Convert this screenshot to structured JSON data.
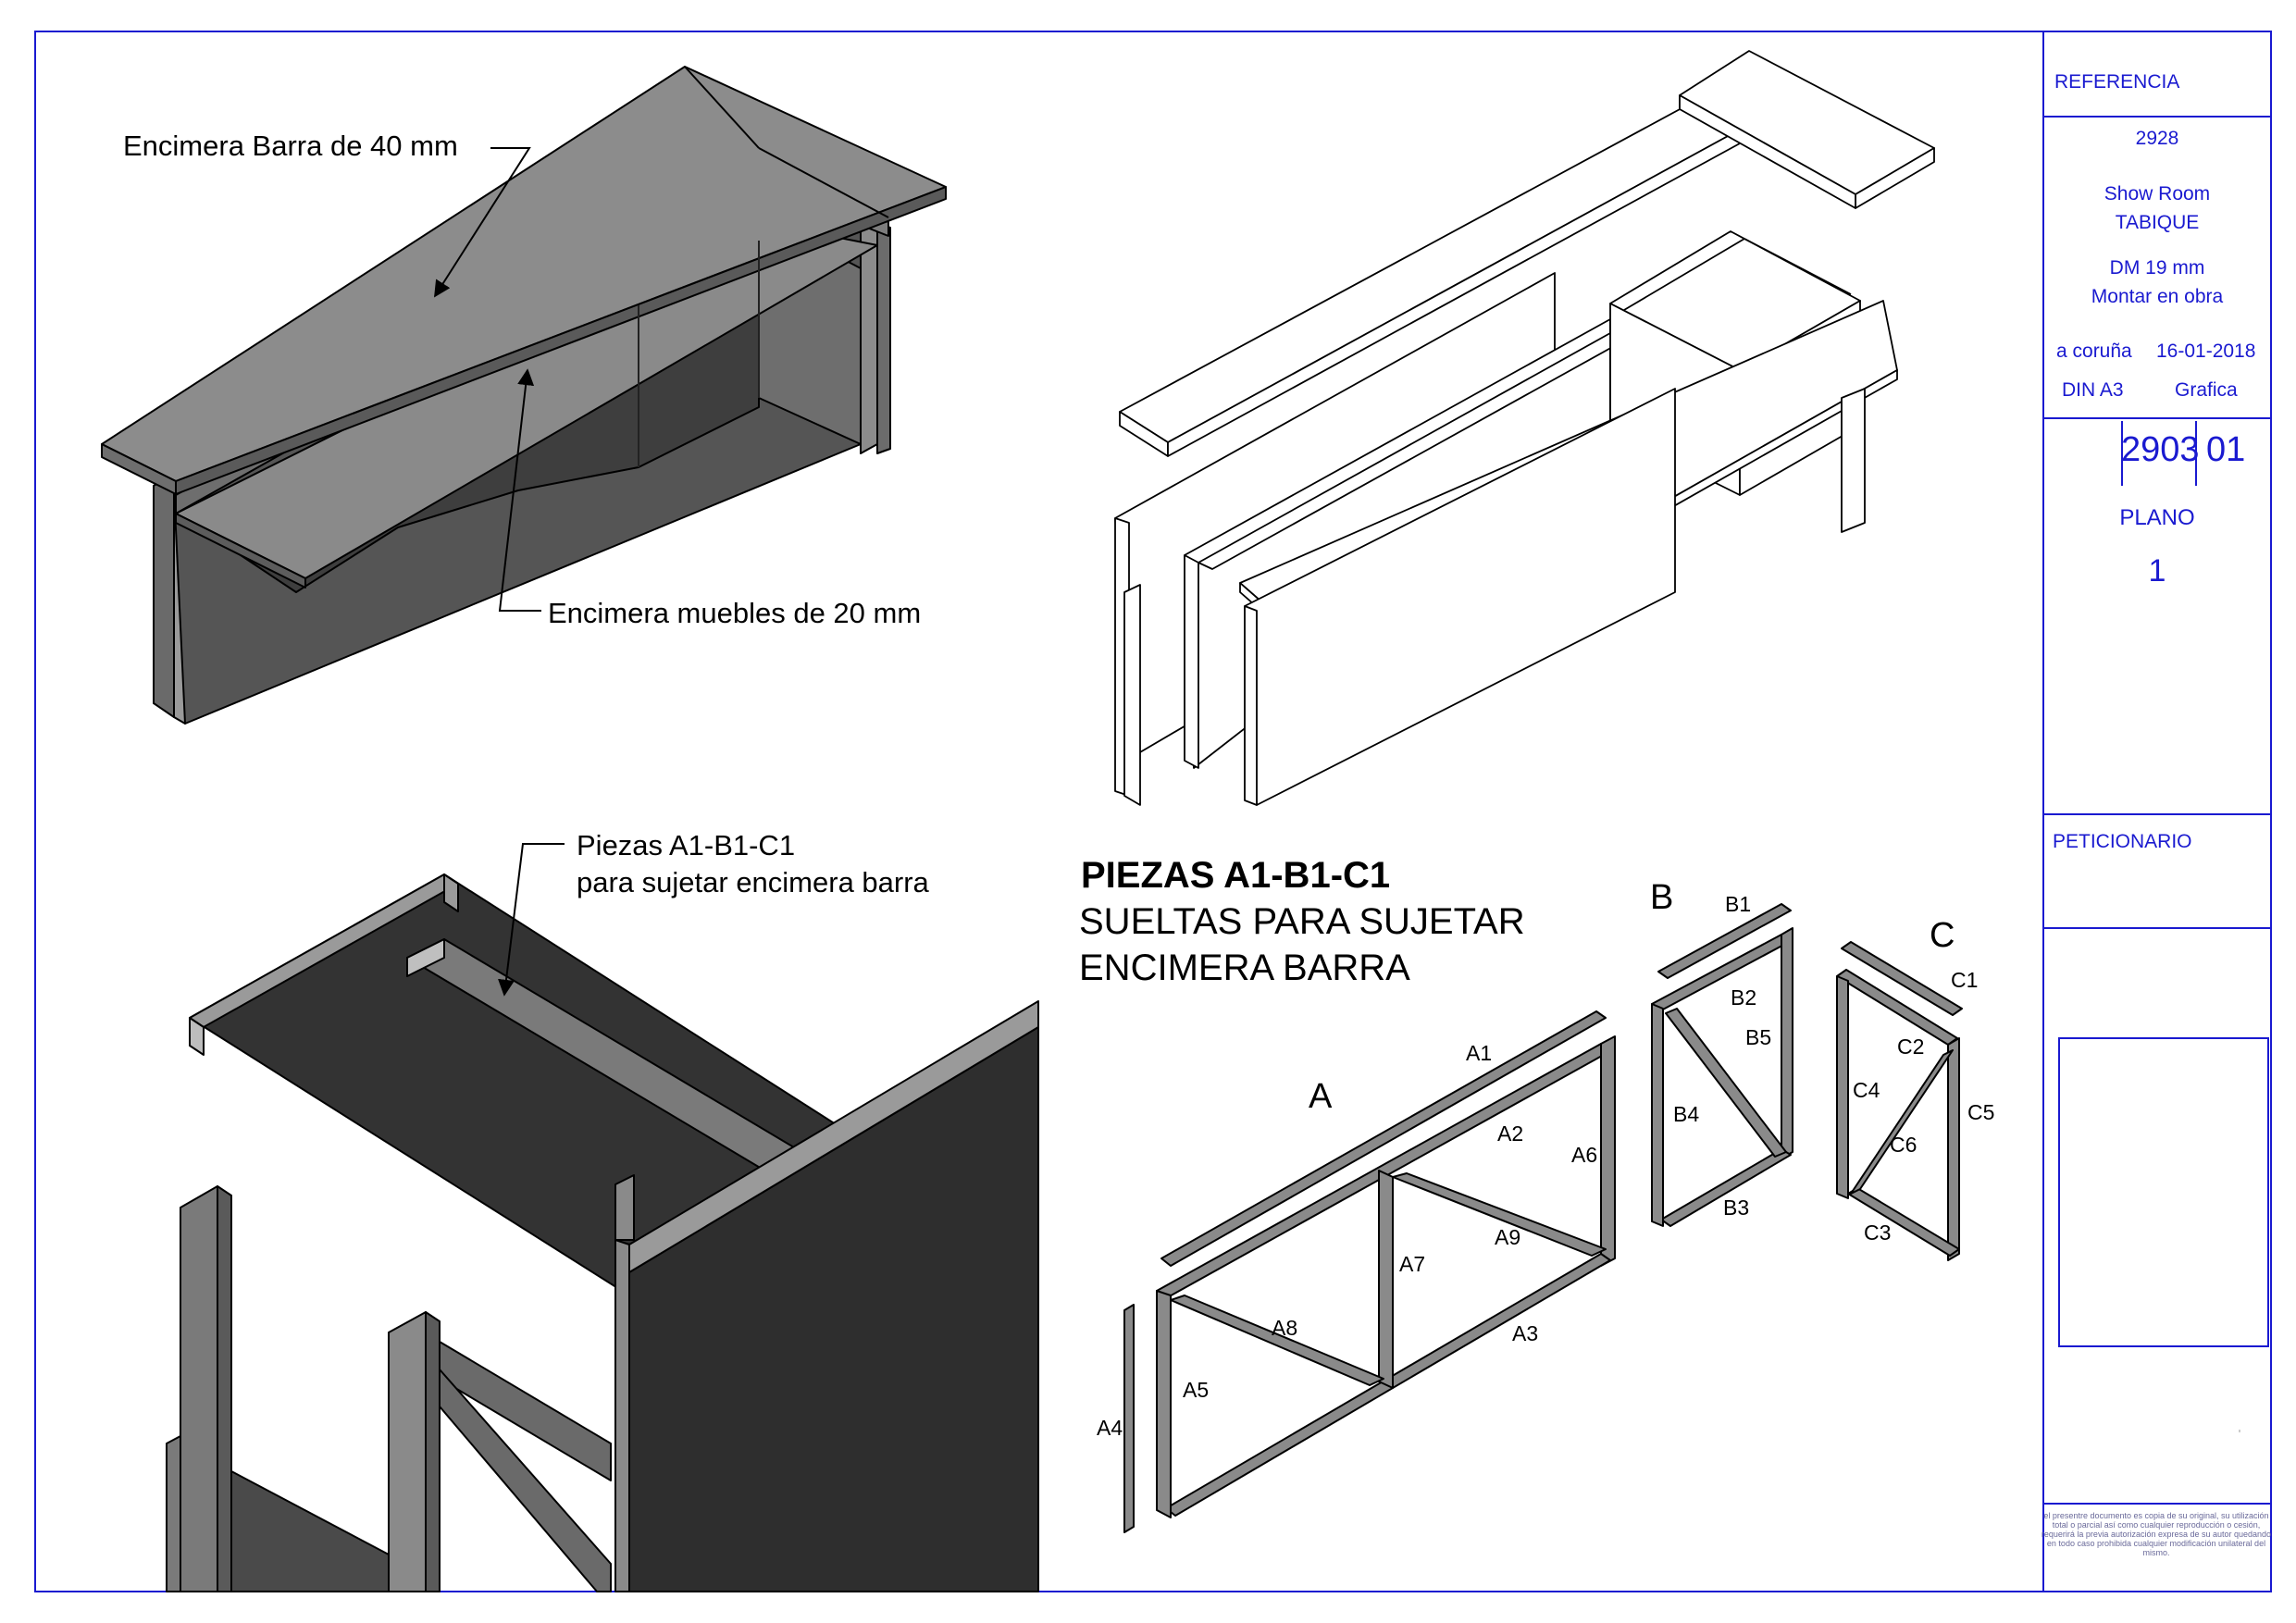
{
  "drawing": {
    "callout_top_bar": "Encimera Barra de 40 mm",
    "callout_top_furniture": "Encimera muebles de 20 mm",
    "callout_pieces_line1": "Piezas A1-B1-C1",
    "callout_pieces_line2": "para sujetar encimera barra",
    "heading_line1": "PIEZAS A1-B1-C1",
    "heading_line2": "SUELTAS PARA SUJETAR",
    "heading_line3": "ENCIMERA BARRA",
    "groups": {
      "a": "A",
      "b": "B",
      "c": "C"
    },
    "parts": {
      "a1": "A1",
      "a2": "A2",
      "a3": "A3",
      "a4": "A4",
      "a5": "A5",
      "a6": "A6",
      "a7": "A7",
      "a8": "A8",
      "a9": "A9",
      "b1": "B1",
      "b2": "B2",
      "b3": "B3",
      "b4": "B4",
      "b5": "B5",
      "c1": "C1",
      "c2": "C2",
      "c3": "C3",
      "c4": "C4",
      "c5": "C5",
      "c6": "C6"
    }
  },
  "title_block": {
    "referencia_label": "REFERENCIA",
    "ref_number": "2928",
    "project_line1": "Show Room",
    "project_line2": "TABIQUE",
    "material_line1": "DM 19 mm",
    "material_line2": "Montar en obra",
    "location": "a coruña",
    "date": "16-01-2018",
    "paper_size": "DIN A3",
    "graphic_label": "Grafica",
    "drawing_code": "2903",
    "drawing_revision": "01",
    "plano_label": "PLANO",
    "plano_number": "1",
    "peticionario_label": "PETICIONARIO",
    "legal_notice": "el presentre documento es copia de su original, su utilización total o parcial así como cualquier reproducción o cesión, requerirá la previa autorización expresa de su autor quedando en todo caso prohibida cualquier modificación unilateral del mismo."
  },
  "colors": {
    "frame_blue": "#1a1ad0",
    "top_light_grey": "#8c8c8c",
    "side_dark_grey": "#5a5a5a",
    "face_darker": "#333333"
  }
}
